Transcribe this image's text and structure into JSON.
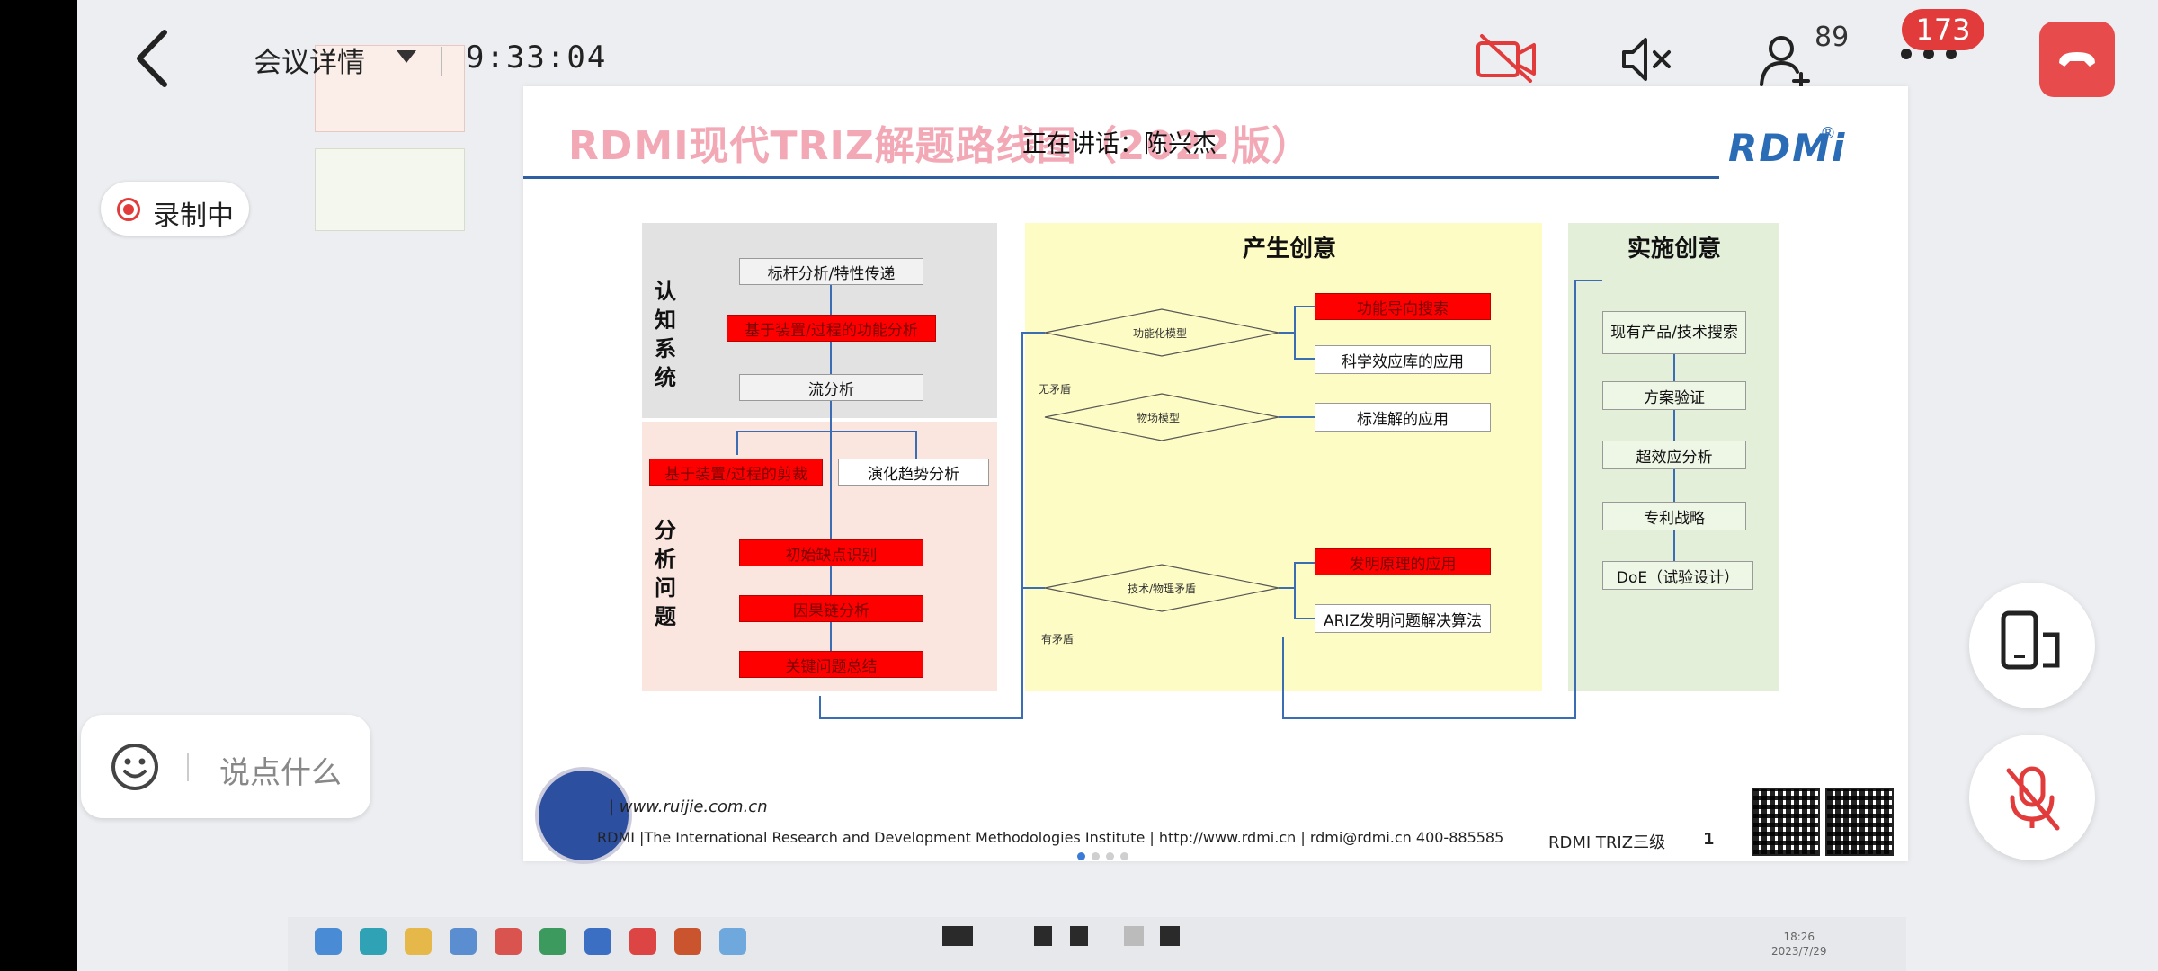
{
  "header": {
    "meeting_title": "会议详情",
    "time": "9:33:04",
    "participants_count": "89",
    "chat_badge": "173"
  },
  "recording": {
    "label": "录制中"
  },
  "comment": {
    "placeholder": "说点什么"
  },
  "slide": {
    "title": "RDMI现代TRIZ解题路线图（2022版）",
    "speaking_label": "正在讲话：陈兴杰",
    "logo_text": "RDMi",
    "logo_reg": "®",
    "panels": {
      "recognize": "认知系统",
      "analyze": "分析问题",
      "generate": "产生创意",
      "implement": "实施创意"
    },
    "boxes": {
      "benchmark": "标杆分析/特性传递",
      "function_analysis": "基于装置/过程的功能分析",
      "flow_analysis": "流分析",
      "trim": "基于装置/过程的剪裁",
      "evolution": "演化趋势分析",
      "root_cause": "初始缺点识别",
      "causal_chain": "因果链分析",
      "key_problem": "关键问题总结",
      "function_search": "功能导向搜索",
      "science_effects": "科学效应库的应用",
      "standard_solutions": "标准解的应用",
      "inventive_principles": "发明原理的应用",
      "ariz": "ARIZ发明问题解决算法",
      "product_search": "现有产品/技术搜索",
      "verification": "方案验证",
      "super_effect": "超效应分析",
      "patent_strategy": "专利战略",
      "doe": "DoE（试验设计）"
    },
    "diamonds": {
      "functional_model": "功能化模型",
      "substance_field": "物场模型",
      "contradiction": "技术/物理矛盾"
    },
    "side_labels": {
      "no_contradiction": "无矛盾",
      "has_contradiction": "有矛盾"
    },
    "footer": {
      "url": "| www.ruijie.com.cn",
      "institute": "RDMI |The International Research and Development Methodologies Institute | http://www.rdmi.cn | rdmi@rdmi.cn   400-885585",
      "level": "RDMI TRIZ三级",
      "page": "1"
    }
  },
  "taskbar": {
    "time": "18:26",
    "date": "2023/7/29"
  },
  "colors": {
    "hangup": "#e84b4b",
    "badge": "#e23b3b",
    "slide_rule": "#2f5fa0",
    "red_box": "#ff0000"
  }
}
